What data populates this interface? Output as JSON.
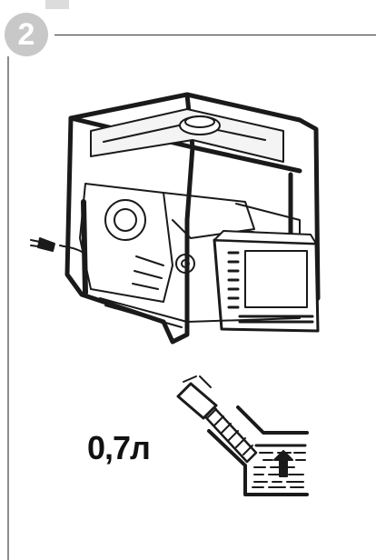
{
  "step": {
    "number": "2"
  },
  "oil": {
    "volume_label": "0,7л"
  },
  "icons": {
    "generator": "portable-generator-illustration",
    "oil_fill": "oil-fill-level-illustration"
  },
  "colors": {
    "badge": "#c8c8c8",
    "line": "#333333",
    "frame": "#8c8c8c"
  }
}
